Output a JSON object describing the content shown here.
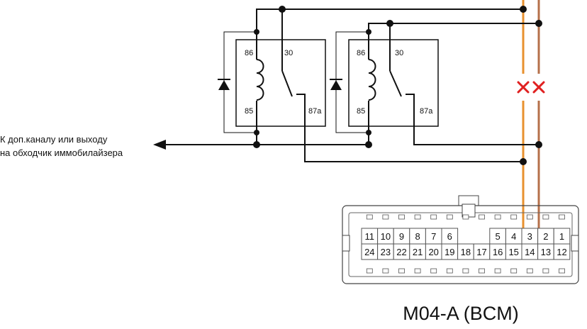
{
  "relays": [
    {
      "pins": {
        "p86": "86",
        "p30": "30",
        "p85": "85",
        "p87a": "87a"
      }
    },
    {
      "pins": {
        "p86": "86",
        "p30": "30",
        "p85": "85",
        "p87a": "87a"
      }
    }
  ],
  "output_note": {
    "line1": "К доп.каналу или выходу",
    "line2": "на обходчик иммобилайзера"
  },
  "wires": {
    "orange": "#E8912E",
    "brown": "#B5704A",
    "cut_mark_color": "#E02020"
  },
  "connector": {
    "title": "M04-A (BCM)",
    "top_row": [
      "11",
      "10",
      "9",
      "8",
      "7",
      "6",
      "",
      "",
      "5",
      "4",
      "3",
      "2",
      "1"
    ],
    "bottom_row": [
      "24",
      "23",
      "22",
      "21",
      "20",
      "19",
      "18",
      "17",
      "16",
      "15",
      "14",
      "13",
      "12"
    ]
  }
}
